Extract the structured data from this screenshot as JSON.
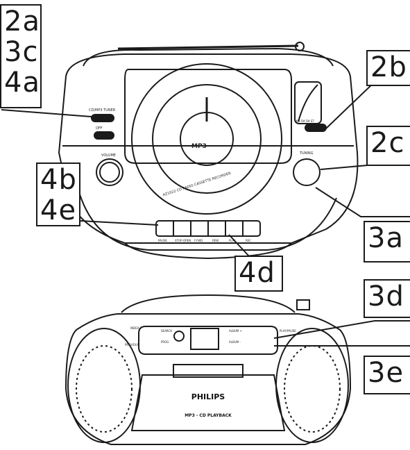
{
  "callouts": {
    "left_top": [
      "2a",
      "3c",
      "4a"
    ],
    "right_top": "2b",
    "right_mid": "2c",
    "left_mid": [
      "4b",
      "4e"
    ],
    "right_low": "3a",
    "bottom_center": "4d",
    "right_bottom_1": "3d",
    "right_bottom_2": "3e"
  },
  "top_unit": {
    "source_switch": "CD/MP3  TUNER",
    "backlight_switch": "OFF",
    "volume_label": "VOLUME",
    "tuning_label": "TUNING",
    "band_label": "MW  FM  FM ST",
    "disc_text": "AZ1022 CD RADIO CASSETTE RECORDER",
    "disc_logo": "MP3",
    "keys": [
      "PAUSE",
      "STOP-OPEN",
      "F.FWD",
      "REW",
      "PLAY",
      "REC"
    ]
  },
  "bottom_unit": {
    "brand": "PHILIPS",
    "subtitle": "MP3 - CD PLAYBACK",
    "left_labels": [
      "INDEX",
      "PREVIOUS"
    ],
    "right_labels": [
      "PLAY/PAUSE"
    ],
    "panel_labels": [
      "SEARCH",
      "ALBUM +",
      "ALBUM -",
      "PROG"
    ]
  },
  "colors": {
    "ink": "#1a1a1a",
    "paper": "#ffffff"
  }
}
